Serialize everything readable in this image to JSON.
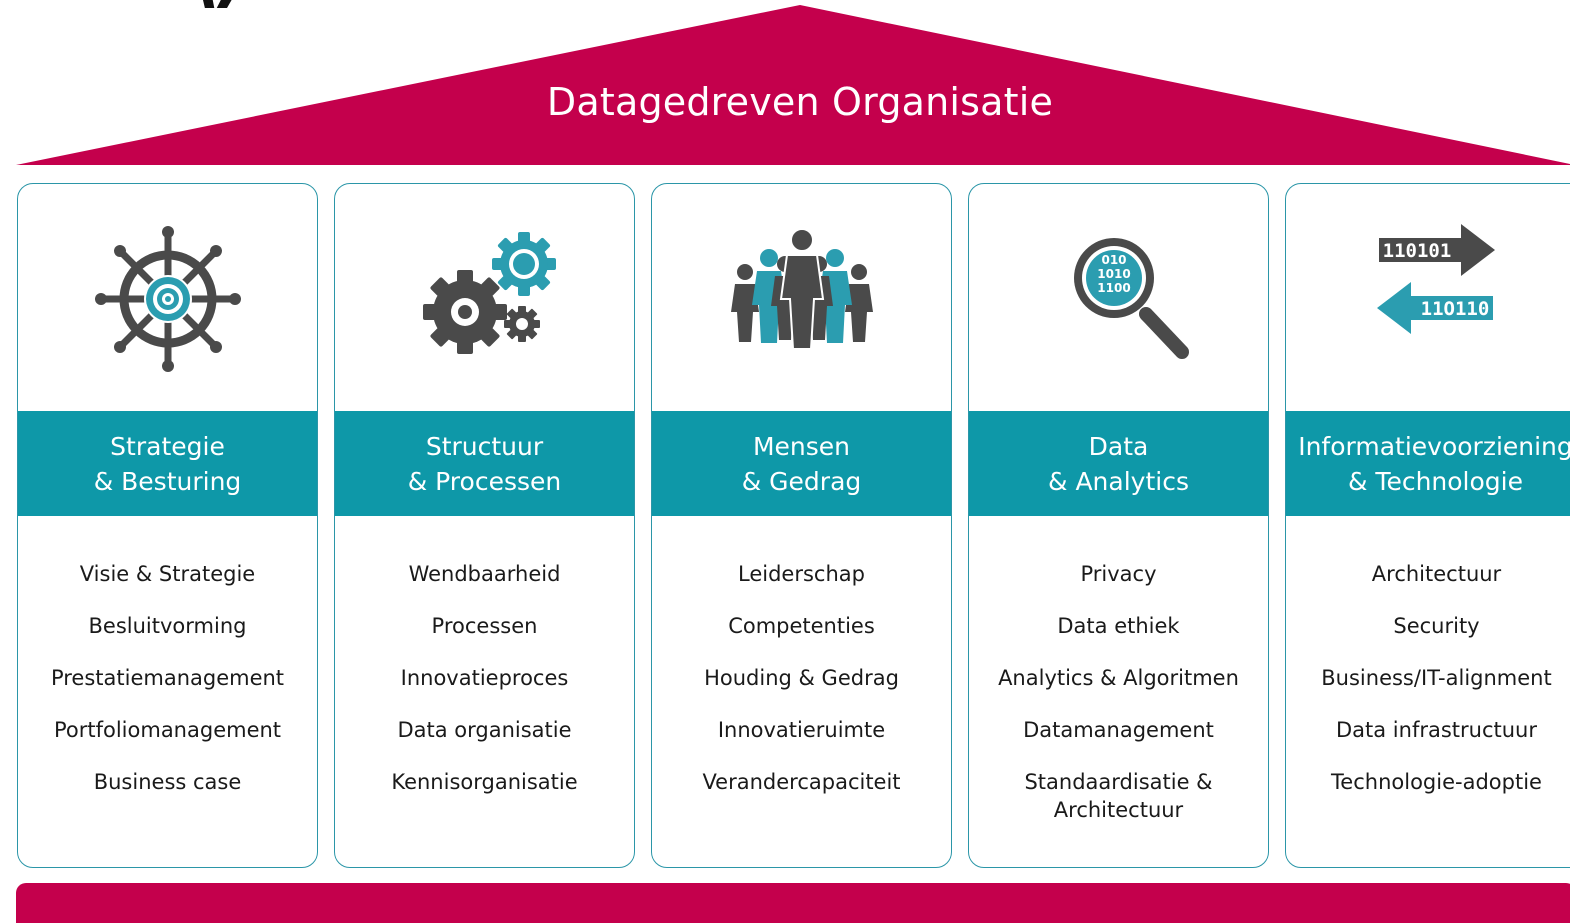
{
  "colors": {
    "brand_red": "#c4004c",
    "teal": "#0e98a8",
    "icon_gray": "#4a4a4a",
    "icon_teal": "#2b9db0"
  },
  "title_fragment": "y",
  "roof": {
    "label": "Datagedreven Organisatie"
  },
  "pillars": [
    {
      "icon": "ship-wheel-icon",
      "title_line1": "Strategie",
      "title_line2": "& Besturing",
      "items": [
        "Visie & Strategie",
        "Besluitvorming",
        "Prestatiemanagement",
        "Portfoliomanagement",
        "Business case"
      ]
    },
    {
      "icon": "gears-icon",
      "title_line1": "Structuur",
      "title_line2": "& Processen",
      "items": [
        "Wendbaarheid",
        "Processen",
        "Innovatieproces",
        "Data organisatie",
        "Kennisorganisatie"
      ]
    },
    {
      "icon": "people-group-icon",
      "title_line1": "Mensen",
      "title_line2": "& Gedrag",
      "items": [
        "Leiderschap",
        "Competenties",
        "Houding & Gedrag",
        "Innovatieruimte",
        "Verandercapaciteit"
      ]
    },
    {
      "icon": "magnifier-binary-icon",
      "title_line1": "Data",
      "title_line2": "& Analytics",
      "items": [
        "Privacy",
        "Data ethiek",
        "Analytics & Algoritmen",
        "Datamanagement",
        "Standaardisatie &\nArchitectuur"
      ],
      "magnifier_text": [
        "010",
        "1010",
        "1100"
      ]
    },
    {
      "icon": "data-exchange-arrows-icon",
      "title_line1": "Informatievoorziening",
      "title_line2": "& Technologie",
      "items": [
        "Architectuur",
        "Security",
        "Business/IT-alignment",
        "Data infrastructuur",
        "Technologie-adoptie"
      ],
      "arrow_texts": [
        "110101",
        "11O110"
      ]
    }
  ]
}
